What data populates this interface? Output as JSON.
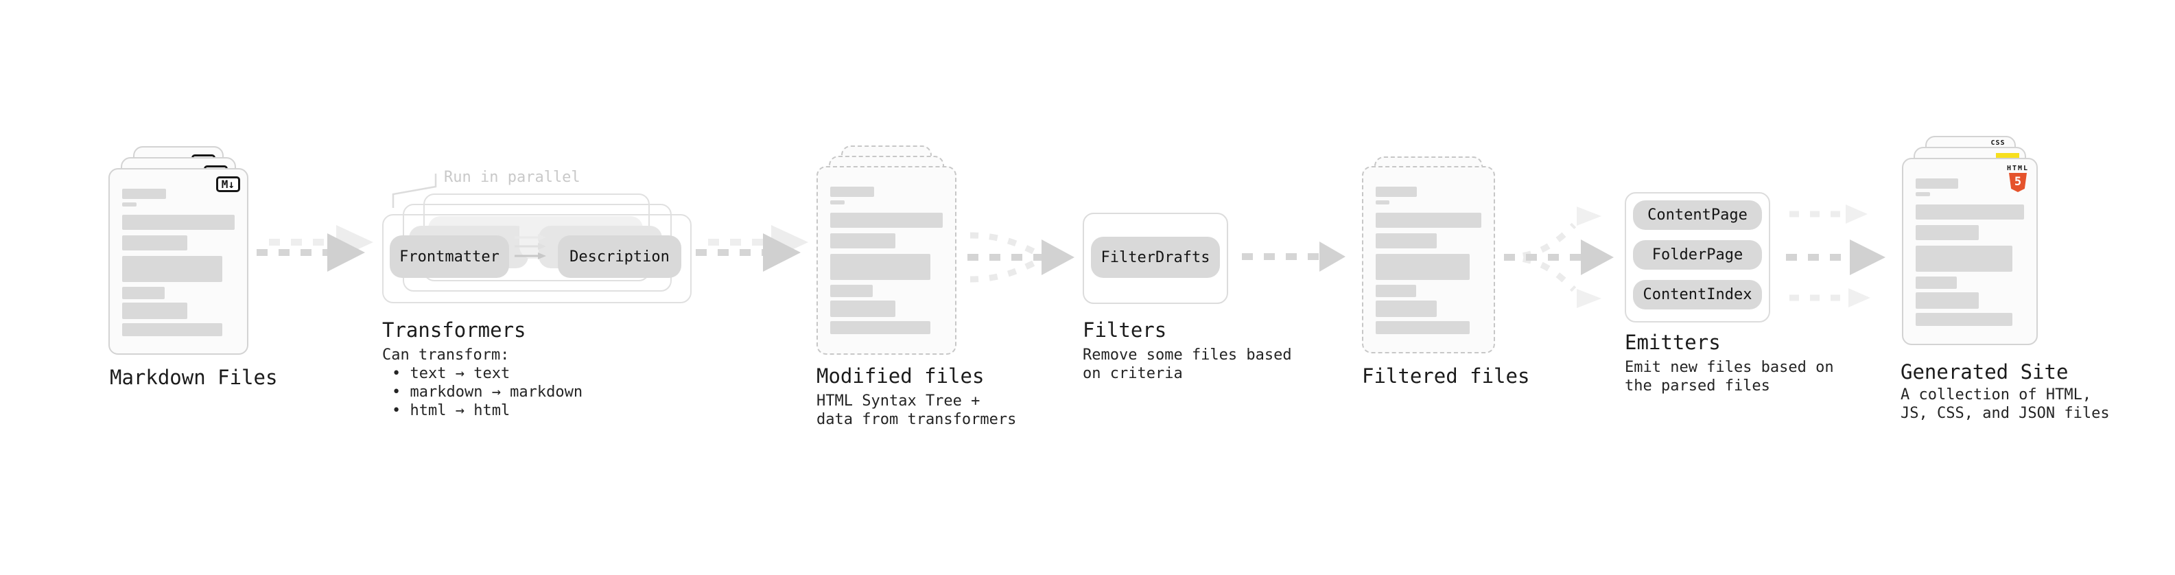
{
  "diagram": {
    "stages": {
      "markdown_files": {
        "title": "Markdown Files",
        "badge": "M↓"
      },
      "transformers": {
        "annotation": "Run in parallel",
        "pills": [
          "Frontmatter",
          "Description"
        ],
        "title": "Transformers",
        "description": "Can transform:",
        "bullets": [
          "• text → text",
          "• markdown → markdown",
          "• html → html"
        ]
      },
      "modified_files": {
        "title": "Modified files",
        "description": "HTML Syntax Tree +\ndata from transformers"
      },
      "filters": {
        "pill": "FilterDrafts",
        "title": "Filters",
        "description": "Remove some files based\non criteria"
      },
      "filtered_files": {
        "title": "Filtered files"
      },
      "emitters": {
        "pills": [
          "ContentPage",
          "FolderPage",
          "ContentIndex"
        ],
        "title": "Emitters",
        "description": "Emit new files based on\nthe parsed files"
      },
      "generated_site": {
        "title": "Generated Site",
        "description": "A collection of HTML,\nJS, CSS, and JSON files",
        "badges": {
          "html5_word": "HTML",
          "html5_number": "5",
          "css_word": "CSS"
        }
      }
    },
    "colors": {
      "arrow_main": "#d2d2d2",
      "arrow_light": "#eeeeee",
      "card_border": "#d3d3d3",
      "dashed_border": "#c7c7c7",
      "skeleton_bar": "#d9d9d9",
      "pill_fill": "#d9d9d9",
      "annotation_text": "#c9c9c9",
      "html5_orange": "#e5532c",
      "js_yellow": "#f7df1e",
      "css_blue": "#2d53e5",
      "text": "#1b1b1b"
    }
  }
}
